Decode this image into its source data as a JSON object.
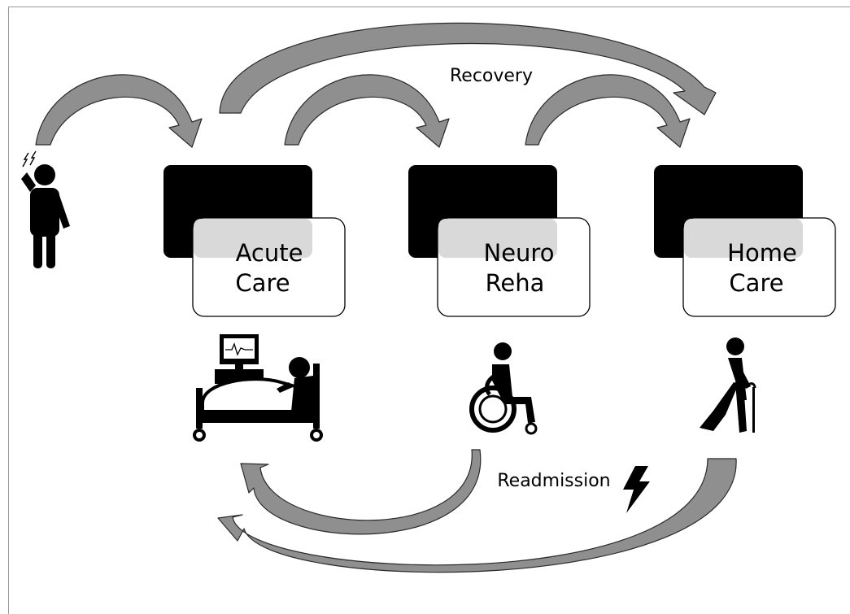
{
  "stages": [
    {
      "line1": "Acute",
      "line2": "Care"
    },
    {
      "line1": "Neuro",
      "line2": "Reha"
    },
    {
      "line1": "Home",
      "line2": "Care"
    }
  ],
  "flows": {
    "recovery": "Recovery",
    "readmission": "Readmission"
  },
  "icons": {
    "patient": "person-headache-icon",
    "acute": "hospital-bed-monitor-icon",
    "reha": "wheelchair-icon",
    "home": "elderly-cane-icon",
    "readmission": "lightning-bolt-icon"
  },
  "colors": {
    "arrow_fill": "#8f8f8f",
    "arrow_stroke": "#2a2a2a",
    "box_dark": "#000000",
    "box_light": "#ffffff",
    "overlap": "#d9d9d9"
  }
}
